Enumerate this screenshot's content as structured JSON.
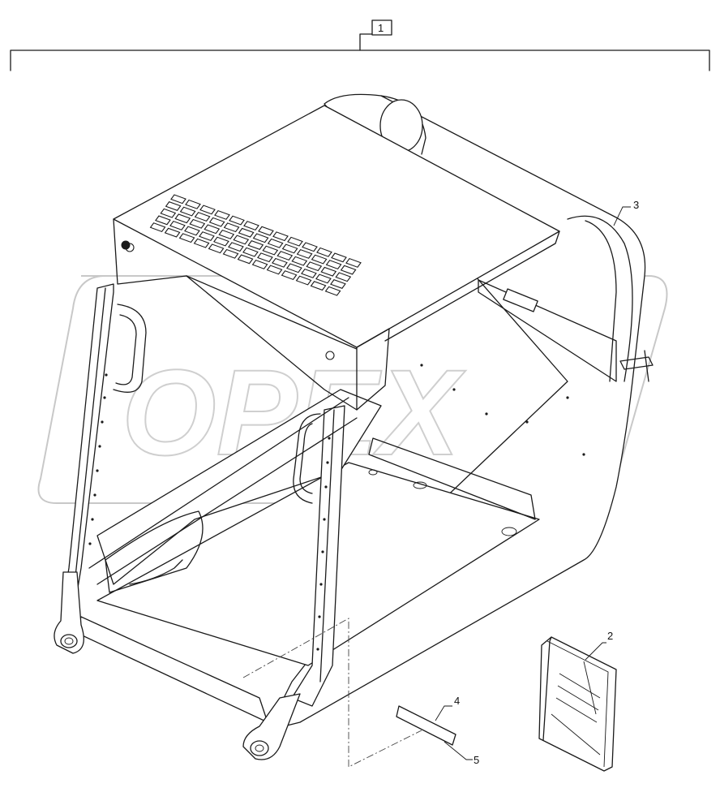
{
  "callouts": {
    "assembly": "1",
    "manual": "2",
    "cab_frame": "3",
    "decal": "4",
    "decal_backing": "5"
  },
  "watermark": {
    "text": "OPEX",
    "color": "#c8c8c8"
  },
  "colors": {
    "line": "#1a1a1a",
    "background": "#ffffff"
  }
}
